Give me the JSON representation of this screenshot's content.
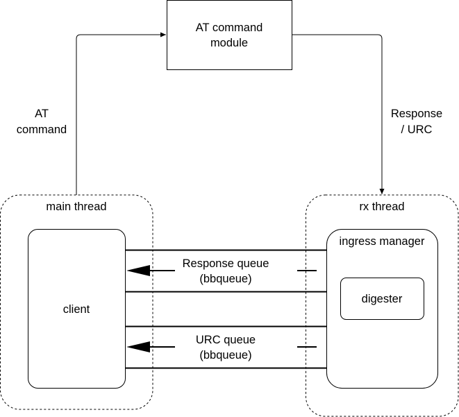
{
  "nodes": {
    "at_module": {
      "line1": "AT command",
      "line2": "module"
    },
    "main_thread": {
      "label": "main thread"
    },
    "rx_thread": {
      "label": "rx thread"
    },
    "client": {
      "label": "client"
    },
    "ingress_manager": {
      "label": "ingress manager"
    },
    "digester": {
      "label": "digester"
    }
  },
  "edges": {
    "at_command": {
      "line1": "AT",
      "line2": "command"
    },
    "response_urc": {
      "line1": "Response",
      "line2": "/ URC"
    }
  },
  "queues": {
    "response": {
      "line1": "Response queue",
      "line2": "(bbqueue)"
    },
    "urc": {
      "line1": "URC queue",
      "line2": "(bbqueue)"
    }
  },
  "colors": {
    "stroke": "#000000",
    "fill": "#ffffff"
  }
}
